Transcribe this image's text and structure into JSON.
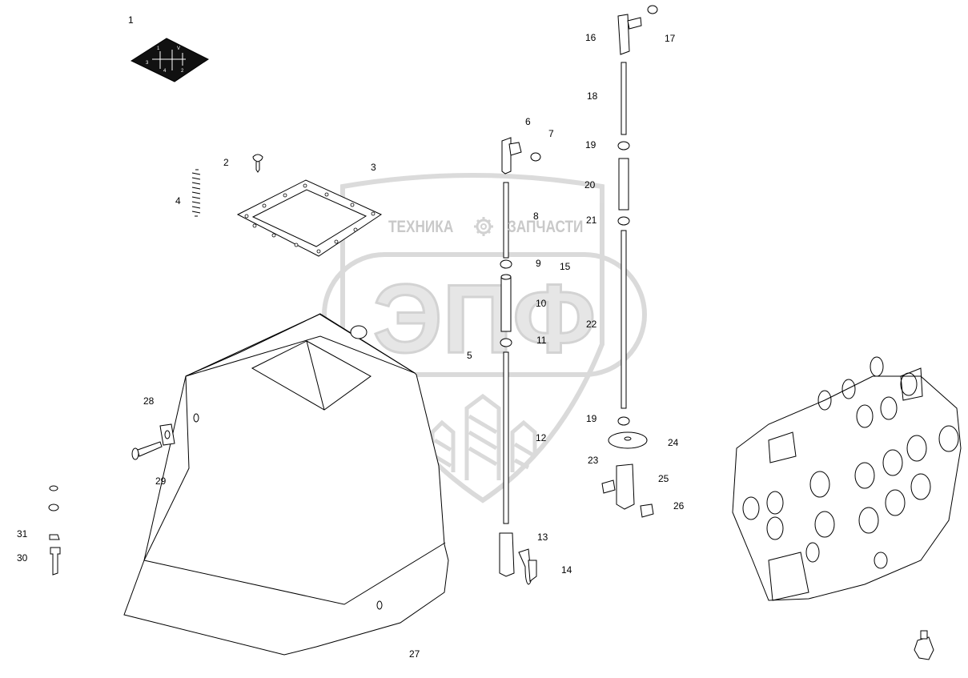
{
  "watermark": {
    "left_text": "ТЕХНИКА",
    "right_text": "ЗАПЧАСТИ",
    "logo_letters": "ЭПФ",
    "gear_icon": "gear-icon",
    "color": "#c8c8c8"
  },
  "callouts": [
    "1",
    "2",
    "3",
    "4",
    "5",
    "6",
    "7",
    "8",
    "9",
    "10",
    "11",
    "12",
    "13",
    "14",
    "15",
    "16",
    "17",
    "18",
    "19",
    "20",
    "21",
    "22",
    "19",
    "23",
    "24",
    "25",
    "26",
    "27",
    "28",
    "29",
    "30",
    "31"
  ]
}
